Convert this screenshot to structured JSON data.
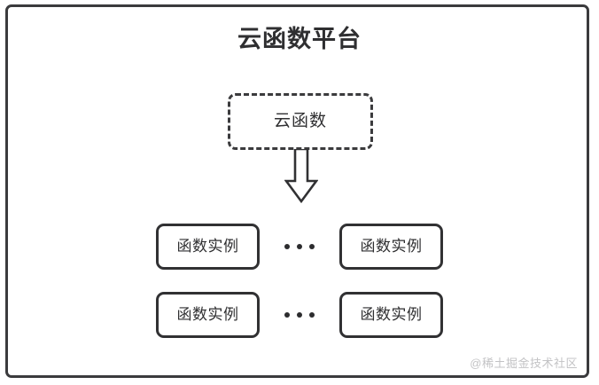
{
  "diagram": {
    "title": "云函数平台",
    "function_node": {
      "label": "云函数",
      "border_style": "dashed"
    },
    "arrow": {
      "icon": "down-arrow-icon",
      "direction": "down"
    },
    "instance_rows": [
      {
        "left_instance": "函数实例",
        "ellipsis": "•••",
        "right_instance": "函数实例"
      },
      {
        "left_instance": "函数实例",
        "ellipsis": "•••",
        "right_instance": "函数实例"
      }
    ],
    "watermark": "@稀土掘金技术社区",
    "colors": {
      "stroke": "#313133",
      "title_text": "#2f2f31",
      "body_text": "#303032",
      "watermark_text": "#c3c3c5",
      "background": "#ffffff"
    }
  }
}
